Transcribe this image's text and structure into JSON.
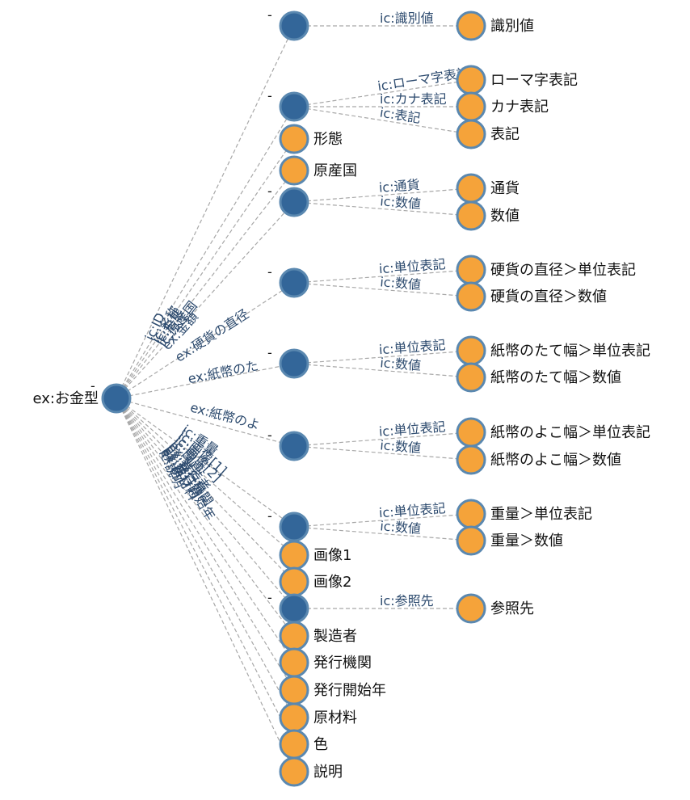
{
  "root": {
    "label": "ex:お金型",
    "marker": "-"
  },
  "children": [
    {
      "id": "c1",
      "kind": "blank",
      "marker": "-",
      "edge": "ic:ID",
      "children": [
        {
          "edge": "ic:識別値",
          "label": "識別値"
        }
      ]
    },
    {
      "id": "c2",
      "kind": "blank",
      "marker": "-",
      "edge": "ic:名称",
      "children": [
        {
          "edge": "ic:ローマ字表記",
          "label": "ローマ字表記"
        },
        {
          "edge": "ic:カナ表記",
          "label": "カナ表記"
        },
        {
          "edge": "ic:表記",
          "label": "表記"
        }
      ]
    },
    {
      "id": "c3",
      "kind": "literal",
      "edge": "ic:形態",
      "label": "形態"
    },
    {
      "id": "c4",
      "kind": "literal",
      "edge": "ic:原産国",
      "label": "原産国"
    },
    {
      "id": "c5",
      "kind": "blank",
      "marker": "-",
      "edge": "ex:金額",
      "children": [
        {
          "edge": "ic:通貨",
          "label": "通貨"
        },
        {
          "edge": "ic:数値",
          "label": "数値"
        }
      ]
    },
    {
      "id": "c6",
      "kind": "blank",
      "marker": "-",
      "edge": "ex:硬貨の直径",
      "children": [
        {
          "edge": "ic:単位表記",
          "label": "硬貨の直径＞単位表記"
        },
        {
          "edge": "ic:数値",
          "label": "硬貨の直径＞数値"
        }
      ]
    },
    {
      "id": "c7",
      "kind": "blank",
      "marker": "-",
      "edge": "ex:紙幣のた",
      "children": [
        {
          "edge": "ic:単位表記",
          "label": "紙幣のたて幅＞単位表記"
        },
        {
          "edge": "ic:数値",
          "label": "紙幣のたて幅＞数値"
        }
      ]
    },
    {
      "id": "c8",
      "kind": "blank",
      "marker": "-",
      "edge": "ex:紙幣のよ",
      "children": [
        {
          "edge": "ic:単位表記",
          "label": "紙幣のよこ幅＞単位表記"
        },
        {
          "edge": "ic:数値",
          "label": "紙幣のよこ幅＞数値"
        }
      ]
    },
    {
      "id": "c9",
      "kind": "blank",
      "marker": "-",
      "edge": "ic:重量",
      "children": [
        {
          "edge": "ic:単位表記",
          "label": "重量＞単位表記"
        },
        {
          "edge": "ic:数値",
          "label": "重量＞数値"
        }
      ]
    },
    {
      "id": "c10",
      "kind": "literal",
      "edge": "ic:画像[1]",
      "label": "画像1"
    },
    {
      "id": "c11",
      "kind": "literal",
      "edge": "ic:画像[2]",
      "label": "画像2"
    },
    {
      "id": "c12",
      "kind": "blank",
      "marker": "-",
      "edge": "ic:関連",
      "children": [
        {
          "edge": "ic:参照先",
          "label": "参照先"
        }
      ]
    },
    {
      "id": "c13",
      "kind": "literal",
      "edge": "ex:製造者",
      "label": "製造者"
    },
    {
      "id": "c14",
      "kind": "literal",
      "edge": "ex:発行機関",
      "label": "発行機関"
    },
    {
      "id": "c15",
      "kind": "literal",
      "edge": "ex:発行開始年",
      "label": "発行開始年"
    },
    {
      "id": "c16",
      "kind": "literal",
      "edge": "ex:原材料",
      "label": "原材料"
    },
    {
      "id": "c17",
      "kind": "literal",
      "edge": "ex:色",
      "label": "色"
    },
    {
      "id": "c18",
      "kind": "literal",
      "edge": "ic:説明",
      "label": "説明"
    }
  ],
  "colors": {
    "blank": "#336699",
    "literal": "#f5a33a",
    "stroke": "#5a88b0",
    "edge": "#a8a8a8",
    "edge_label": "#2c4a6e"
  }
}
